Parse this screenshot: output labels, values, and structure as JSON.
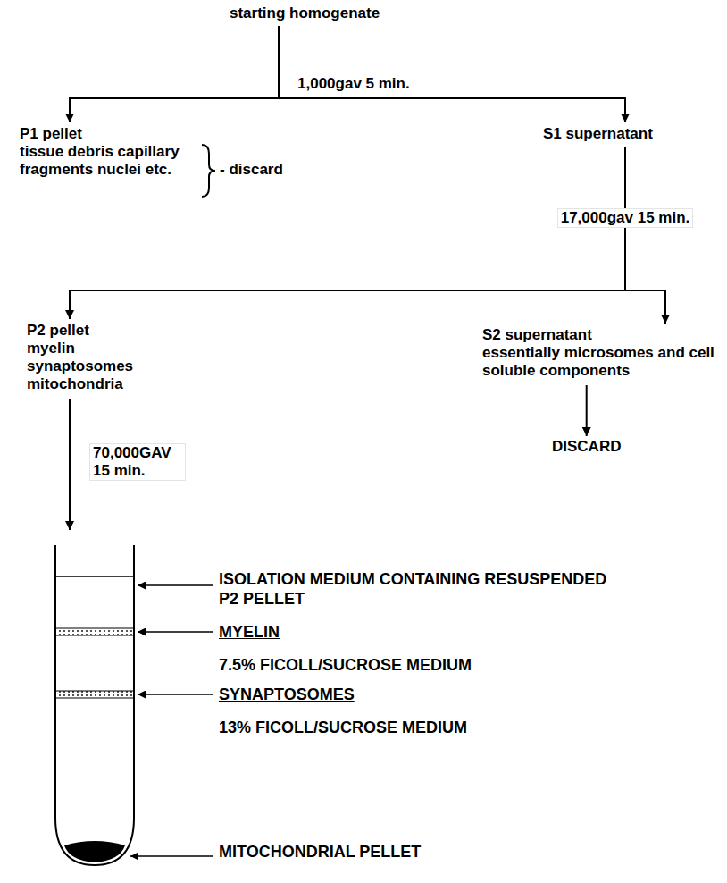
{
  "diagram": {
    "nodes": [
      {
        "text": [
          "starting homogenate"
        ]
      },
      {
        "text": [
          "P1 pellet",
          "tissue debris capillary fragments nuclei etc."
        ]
      },
      {
        "text": [
          "S1 supernatant"
        ]
      },
      {
        "text": [
          "P2 pellet",
          "myelin synaptosomes mitochondria"
        ]
      },
      {
        "text": [
          "S2 supernatant",
          "essentially microsomes and cell soluble components"
        ]
      },
      {
        "text": [
          "DISCARD"
        ]
      },
      {
        "text": [
          "ISOLATION MEDIUM CONTAINING RESUSPENDED P2 PELLET",
          "MYELIN",
          "7.5% FICOLL/SUCROSE MEDIUM",
          "SYNAPTOSOMES",
          "13% FICOLL/SUCROSE MEDIUM",
          "MITOCHONDRIAL PELLET"
        ]
      }
    ],
    "edges": [
      {
        "from": 0,
        "to": 1,
        "arrow": "to"
      },
      {
        "from": 0,
        "to": 2,
        "label": "1,000gav 5 min.",
        "arrow": "to"
      },
      {
        "from": 2,
        "to": 3,
        "label": "17,000gav 15 min.",
        "arrow": "to"
      },
      {
        "from": 2,
        "to": 4,
        "arrow": "to"
      },
      {
        "from": 4,
        "to": 5,
        "arrow": "to"
      },
      {
        "from": 3,
        "to": 6,
        "label": "70,000GAV 15 min.",
        "arrow": "to"
      }
    ],
    "labels": [
      "- discard"
    ]
  }
}
